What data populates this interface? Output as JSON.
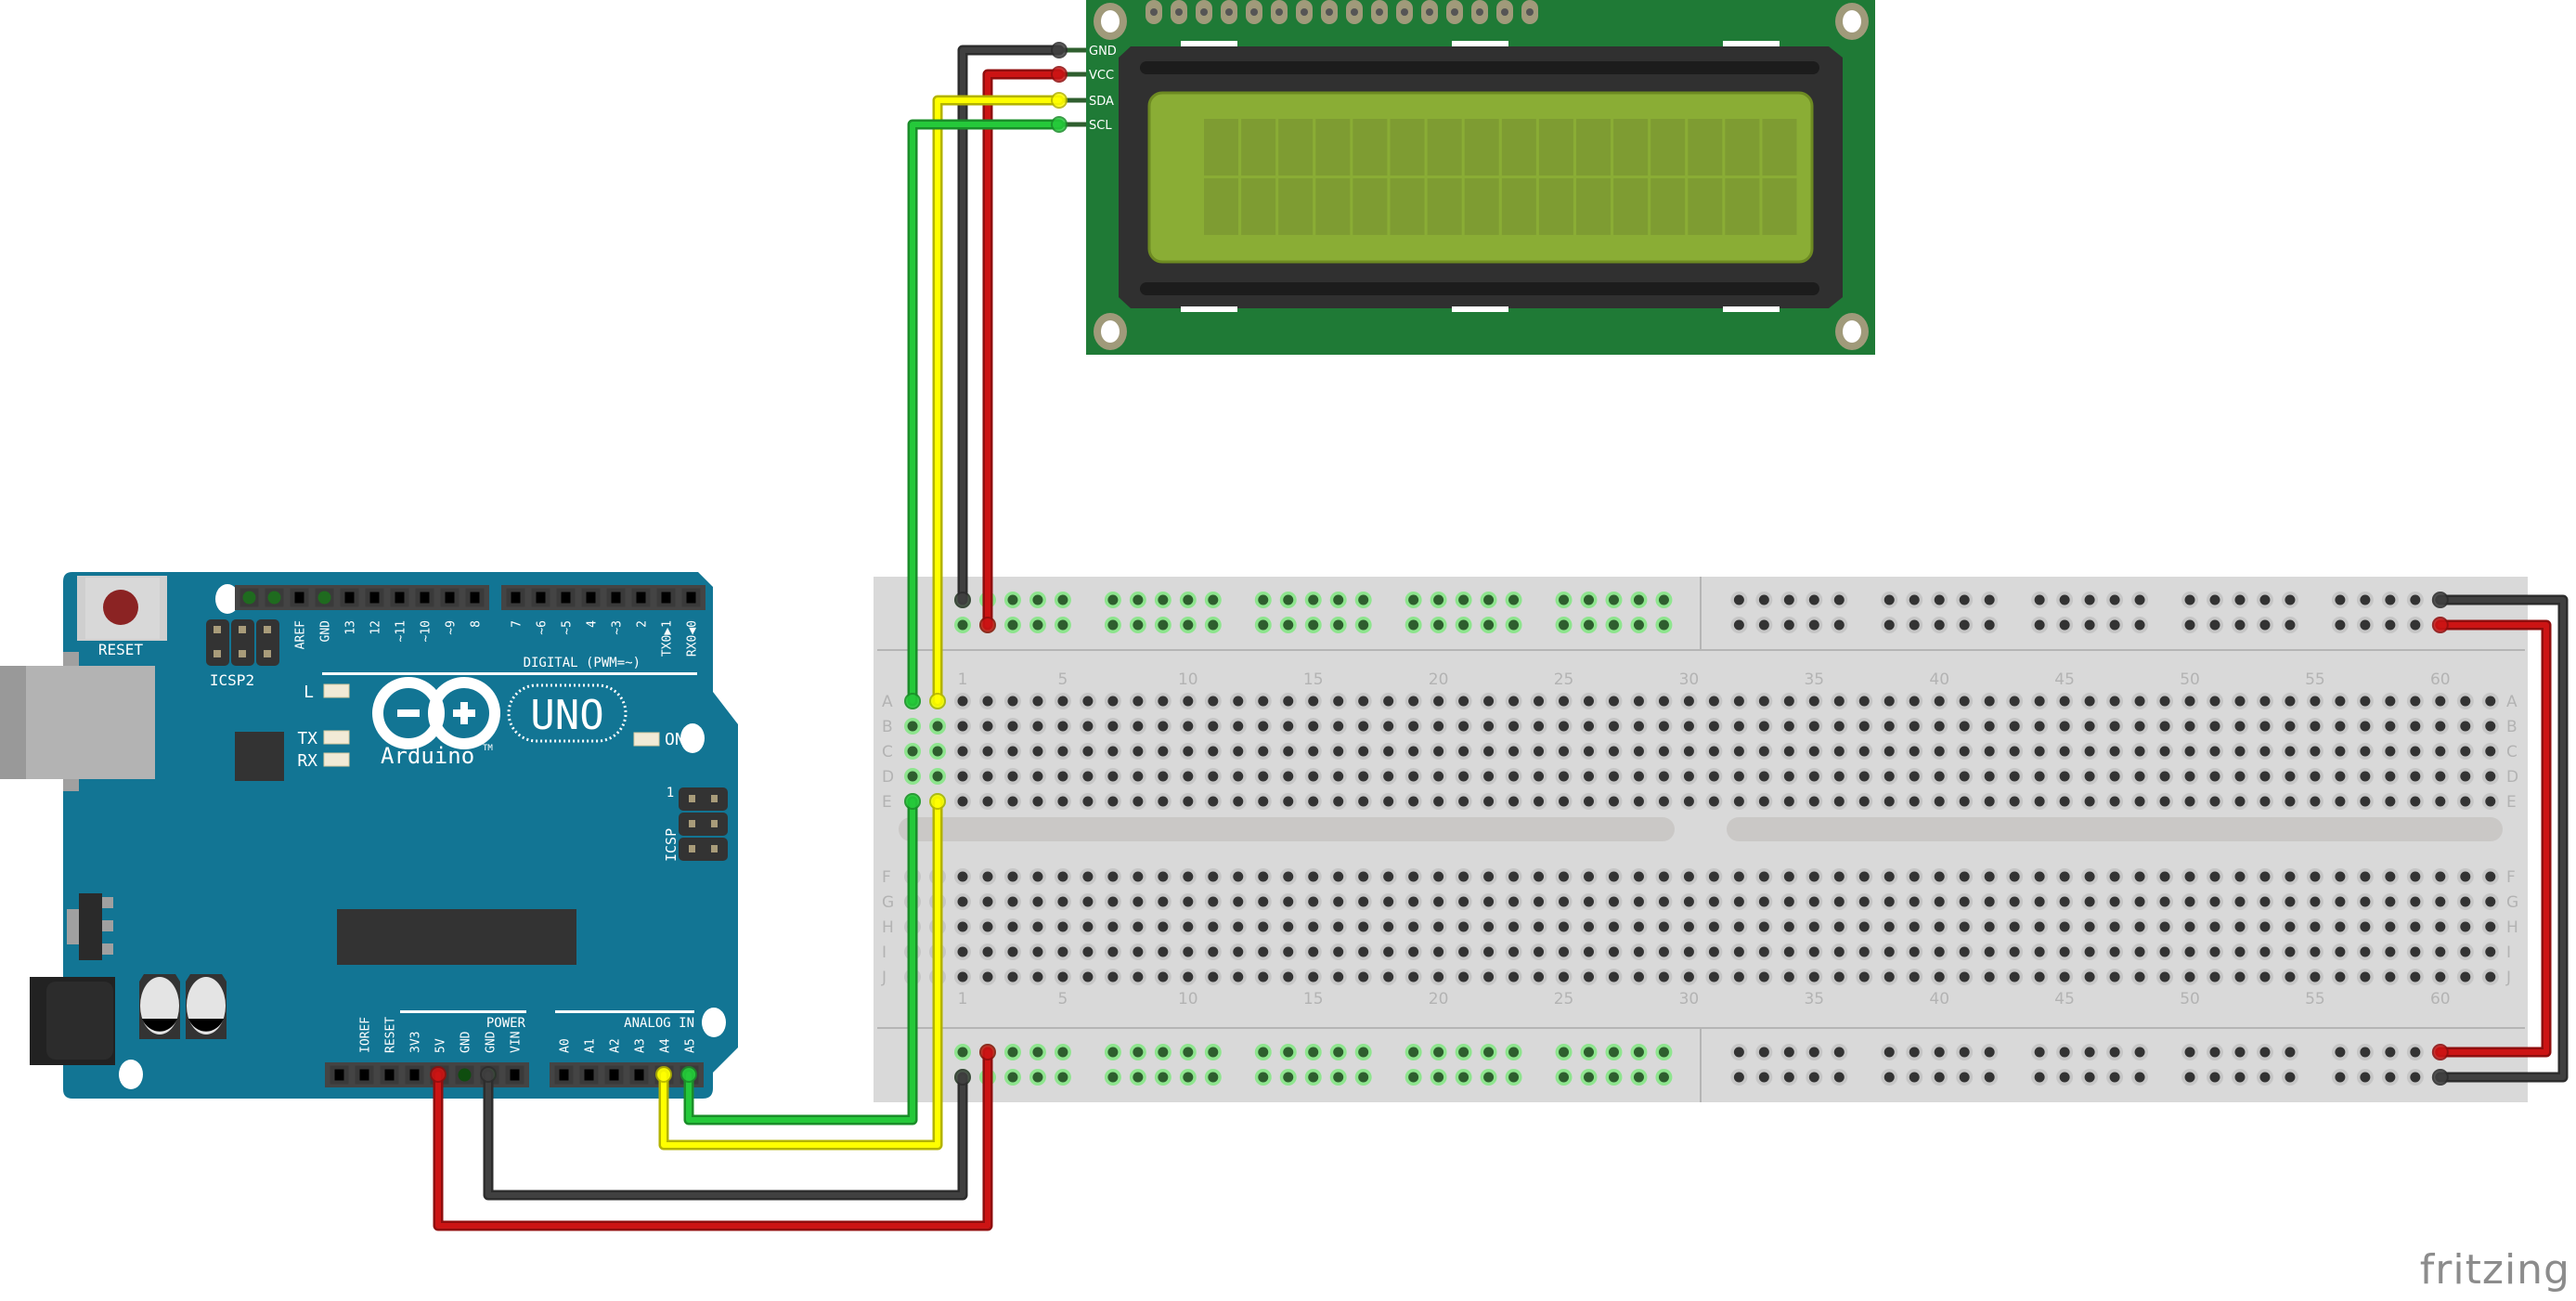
{
  "app": {
    "logo_text": "fritzing"
  },
  "arduino": {
    "reset_label": "RESET",
    "icsp2_label": "ICSP2",
    "icsp_label": "ICSP",
    "icsp_pin1_label": "1",
    "brand_label": "Arduino",
    "trademark": "TM",
    "model_label": "UNO",
    "digital_label": "DIGITAL (PWM=~)",
    "power_label": "POWER",
    "analog_label": "ANALOG IN",
    "led_labels": {
      "l": "L",
      "tx": "TX",
      "rx": "RX",
      "on": "ON"
    },
    "top_header_pins": [
      "",
      "",
      "AREF",
      "GND",
      "13",
      "12",
      "~11",
      "~10",
      "~9",
      "8"
    ],
    "digital_header_pins": [
      "7",
      "~6",
      "~5",
      "4",
      "~3",
      "2",
      "TX0▶1",
      "RX0◀0"
    ],
    "power_header_pins": [
      "",
      "IOREF",
      "RESET",
      "3V3",
      "5V",
      "GND",
      "GND",
      "VIN"
    ],
    "analog_header_pins": [
      "A0",
      "A1",
      "A2",
      "A3",
      "A4",
      "A5"
    ],
    "colors": {
      "board": "#127594",
      "reset_button": "#8b2323"
    }
  },
  "lcd": {
    "pins": [
      "GND",
      "VCC",
      "SDA",
      "SCL"
    ],
    "rows": 2,
    "columns": 16,
    "colors": {
      "pcb": "#1f7a36",
      "screen": "#8aad35",
      "bezel": "#303030"
    }
  },
  "breadboard": {
    "row_letters_top": [
      "A",
      "B",
      "C",
      "D",
      "E"
    ],
    "row_letters_bottom": [
      "F",
      "G",
      "H",
      "I",
      "J"
    ],
    "column_numbers": [
      "1",
      "5",
      "10",
      "15",
      "20",
      "25",
      "30",
      "35",
      "40",
      "45",
      "50",
      "55",
      "60"
    ],
    "columns": 60
  },
  "wires": [
    {
      "name": "wire-gnd-lcd",
      "color": "#404040",
      "from": "LCD GND",
      "to": "Breadboard top rail (-)"
    },
    {
      "name": "wire-vcc-lcd",
      "color": "#cc1414",
      "from": "LCD VCC",
      "to": "Breadboard top rail (+)"
    },
    {
      "name": "wire-sda-lcd",
      "color": "#ffff00",
      "from": "LCD SDA",
      "to": "Breadboard column A"
    },
    {
      "name": "wire-scl-lcd",
      "color": "#25c93a",
      "from": "LCD SCL",
      "to": "Breadboard column A"
    },
    {
      "name": "wire-sda-arduino",
      "color": "#ffff00",
      "from": "Arduino A4",
      "to": "Breadboard row E"
    },
    {
      "name": "wire-scl-arduino",
      "color": "#25c93a",
      "from": "Arduino A5",
      "to": "Breadboard row E"
    },
    {
      "name": "wire-gnd-arduino",
      "color": "#404040",
      "from": "Arduino GND",
      "to": "Breadboard bottom rail (-)"
    },
    {
      "name": "wire-5v-arduino",
      "color": "#cc1414",
      "from": "Arduino 5V",
      "to": "Breadboard bottom rail (+)"
    },
    {
      "name": "wire-rail-bridge-gnd",
      "color": "#404040",
      "from": "Top rail (-)",
      "to": "Bottom rail (-)"
    },
    {
      "name": "wire-rail-bridge-vcc",
      "color": "#cc1414",
      "from": "Top rail (+)",
      "to": "Bottom rail (+)"
    }
  ]
}
